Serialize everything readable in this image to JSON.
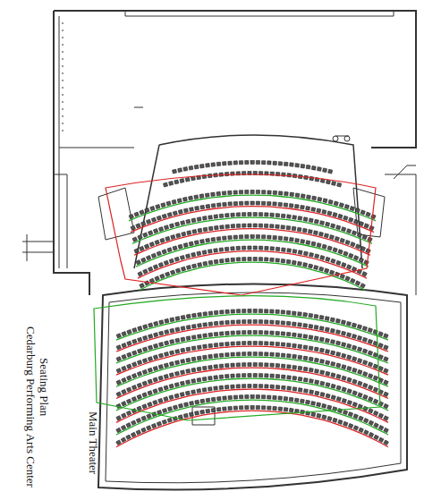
{
  "diagram": {
    "title": "Cedarburg Performing Arts Center",
    "labels": [
      "Seating Plan",
      "Main Theater"
    ]
  }
}
